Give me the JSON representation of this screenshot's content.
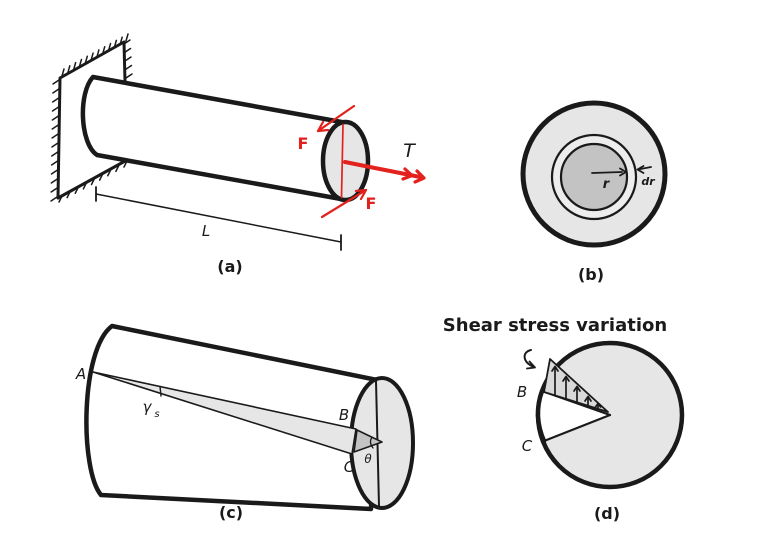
{
  "colors": {
    "ink": "#1a1a1a",
    "red": "#e3211d",
    "paper": "#ffffff",
    "gray_light": "#e6e6e6",
    "gray_ring": "#ededed",
    "gray_mid": "#c3c3c3",
    "gray_tri": "#d9d9d9"
  },
  "figure_a": {
    "caption": "(a)",
    "torque_label": "T",
    "force_top_label": "F",
    "force_bottom_label": "F",
    "length_label": "L"
  },
  "figure_b": {
    "caption": "(b)",
    "radius_label": "r",
    "radius_increment_label": "dr"
  },
  "figure_c": {
    "caption": "(c)",
    "point_a_label": "A",
    "point_b_label": "B",
    "point_c_label": "C",
    "shear_strain_symbol": "γ",
    "shear_strain_subscript": "s",
    "twist_angle_symbol": "θ"
  },
  "figure_d": {
    "title": "Shear stress variation",
    "caption": "(d)",
    "point_b_label": "B",
    "point_c_label": "C"
  }
}
